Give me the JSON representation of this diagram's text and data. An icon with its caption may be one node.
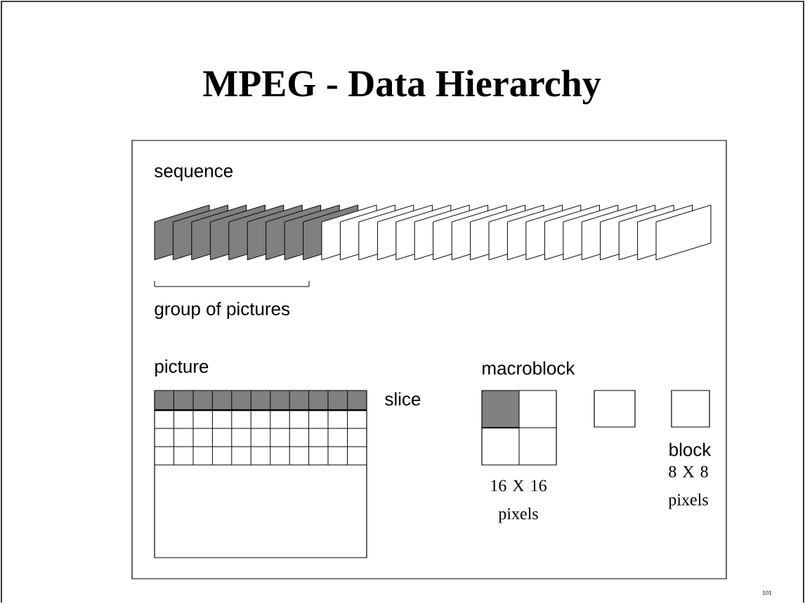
{
  "diagram": {
    "title": "MPEG - Data Hierarchy",
    "labels": [
      "sequence",
      "group of pictures",
      "picture",
      "slice",
      "macroblock",
      "16 X 16 pixels",
      "block",
      "8 X 8 pixels",
      "101"
    ]
  }
}
